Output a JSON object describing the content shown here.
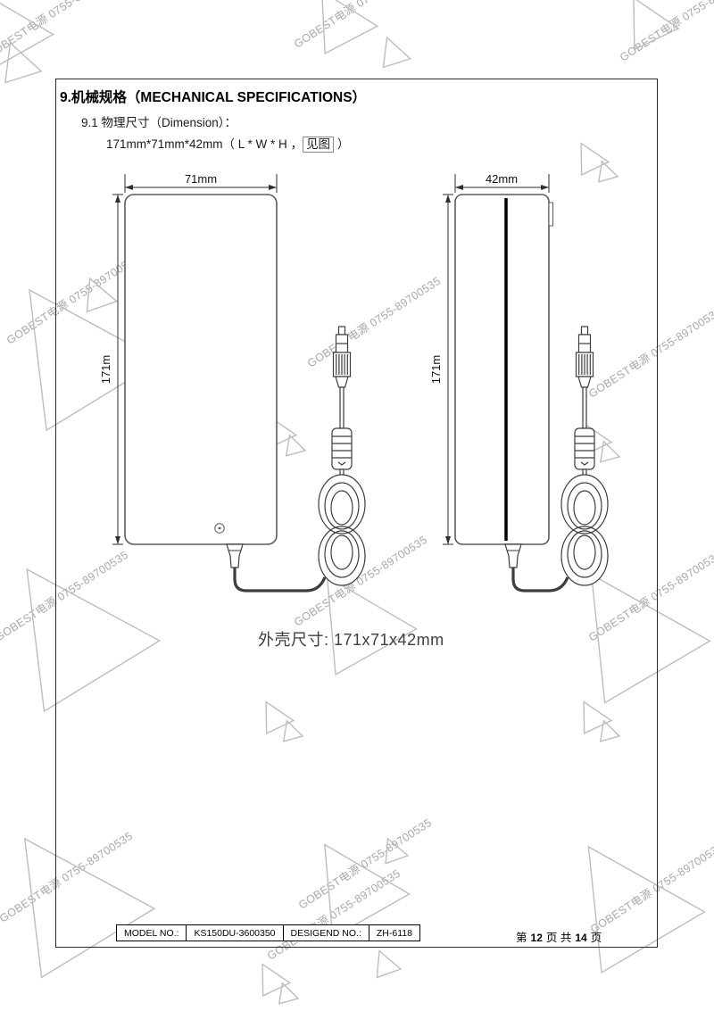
{
  "watermark": {
    "text": "GOBEST电源 0755-89700535"
  },
  "header": {
    "title": "9.机械规格（MECHANICAL SPECIFICATIONS）",
    "subtitle": "9.1 物理尺寸（Dimension）：",
    "dimension_line": {
      "prefix": "171mm*71mm*42mm（ L * W * H ，",
      "boxed": "见图",
      "suffix": " ）"
    }
  },
  "drawings": {
    "front_view": {
      "width_label": "71mm",
      "height_label": "171m"
    },
    "side_view": {
      "width_label": "42mm",
      "height_label": "171m"
    },
    "caption": "外壳尺寸: 171x71x42mm"
  },
  "footer": {
    "table": {
      "model_label": "MODEL NO.:",
      "model_value": "KS150DU-3600350",
      "design_label": "DESIGEND NO.:",
      "design_value": "ZH-6118"
    },
    "page": {
      "prefix": "第",
      "current": "12",
      "middle": "页 共",
      "total": "14",
      "suffix": "页"
    }
  }
}
